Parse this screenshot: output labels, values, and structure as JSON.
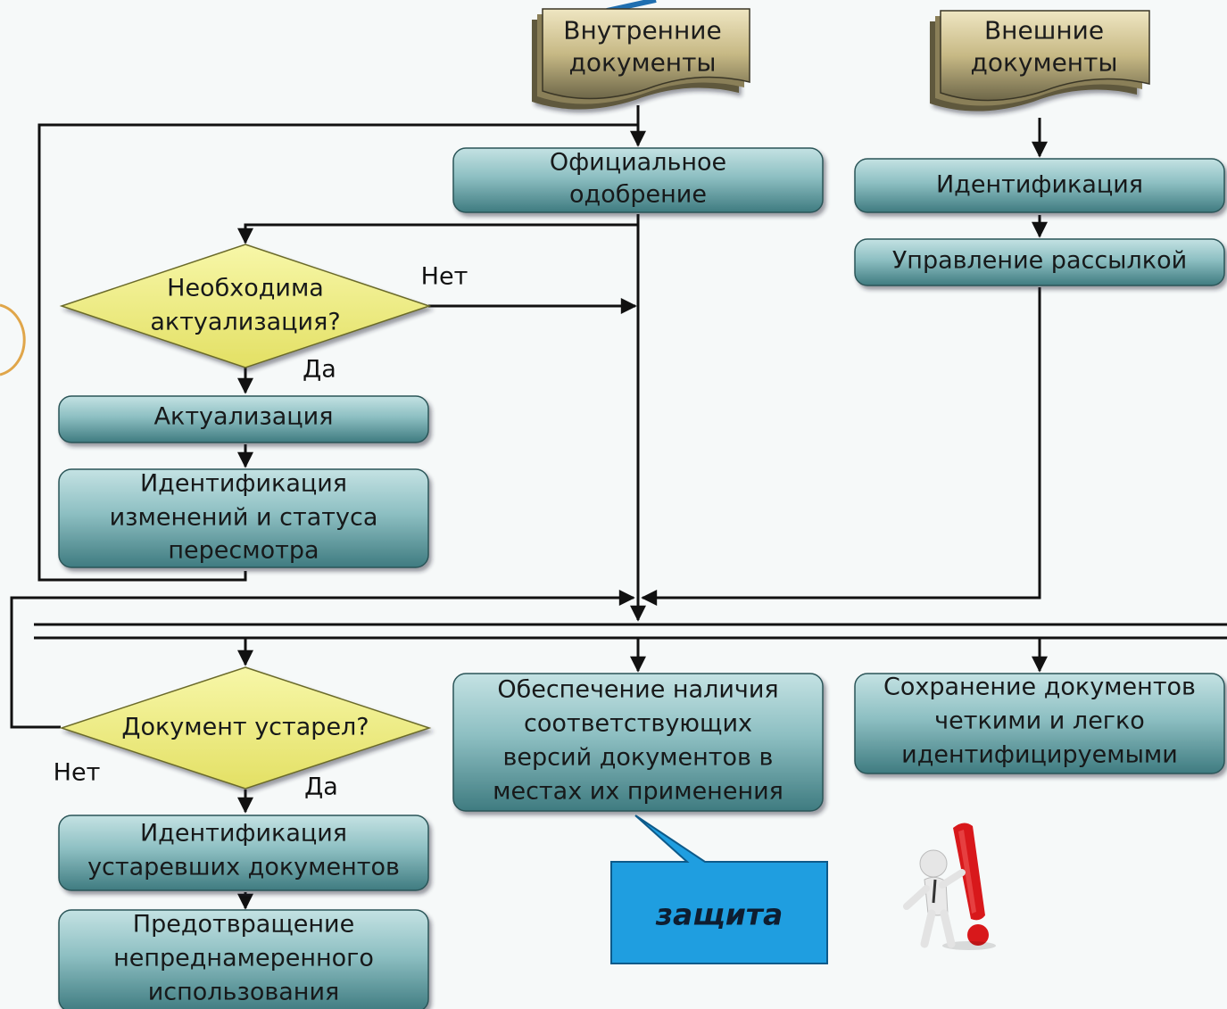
{
  "documents": {
    "internal": [
      "Внутренние",
      "документы"
    ],
    "external": [
      "Внешние",
      "документы"
    ]
  },
  "nodes": {
    "official_approval": [
      "Официальное",
      "одобрение"
    ],
    "identification": [
      "Идентификация"
    ],
    "distribution_management": [
      "Управление рассылкой"
    ],
    "update": [
      "Актуализация"
    ],
    "identify_changes": [
      "Идентификация",
      "изменений и статуса",
      "пересмотра"
    ],
    "ensure_availability": [
      "Обеспечение наличия",
      "соответствующих",
      "версий документов в",
      "местах их применения"
    ],
    "keep_legible": [
      "Сохранение документов",
      "четкими и легко",
      "идентифицируемыми"
    ],
    "identify_obsolete": [
      "Идентификация",
      "устаревших документов"
    ],
    "prevent_unintended_use": [
      "Предотвращение",
      "непреднамеренного",
      "использования"
    ]
  },
  "decisions": {
    "need_update": [
      "Необходима",
      "актуализация?"
    ],
    "obsolete": [
      "Документ устарел?"
    ]
  },
  "edge_labels": {
    "need_update_no": "Нет",
    "need_update_yes": "Да",
    "obsolete_no": "Нет",
    "obsolete_yes": "Да"
  },
  "callout": {
    "text": "защита"
  },
  "colors": {
    "process_top": "#a6cfd1",
    "process_bottom": "#3e7a7e",
    "decision": "#f1f08c",
    "document": "#6e6749",
    "callout": "#1f9ee0"
  },
  "icons": {
    "figure": "person-exclamation-icon"
  }
}
